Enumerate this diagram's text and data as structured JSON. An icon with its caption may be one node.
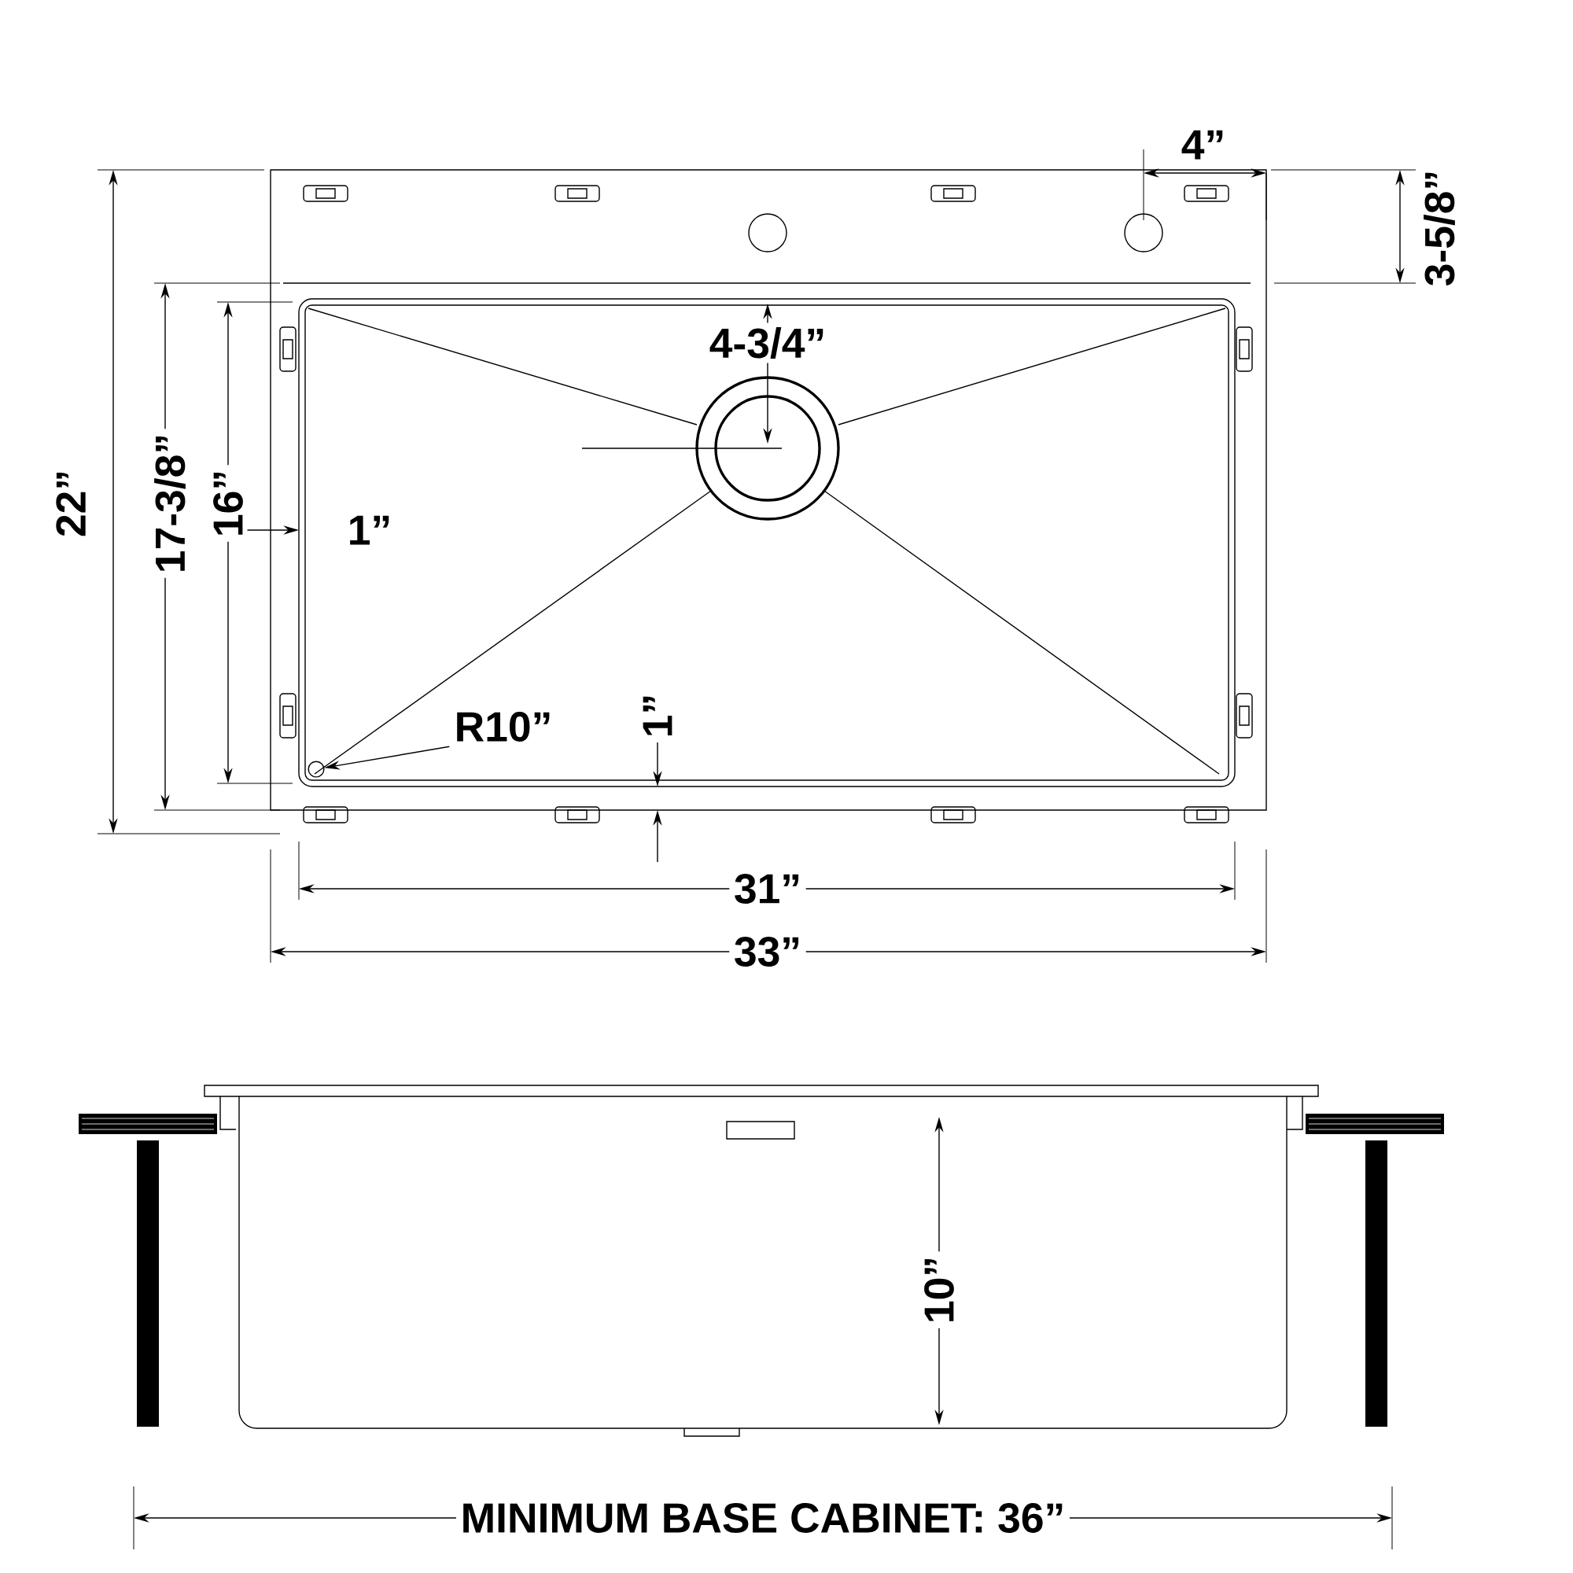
{
  "diagram": {
    "nodes": [
      {
        "text": [
          "R10”"
        ]
      },
      {
        "text": [],
        "shape": "circle"
      }
    ],
    "edges": [
      {
        "from": 0,
        "to": 1,
        "arrow": "to"
      }
    ],
    "labels": [
      "4”",
      "3-5/8”",
      "4-3/4”",
      "22”",
      "17-3/8”",
      "16”",
      "1”",
      "1”",
      "31”",
      "33”",
      "10”",
      "MINIMUM BASE CABINET: 36”"
    ]
  }
}
